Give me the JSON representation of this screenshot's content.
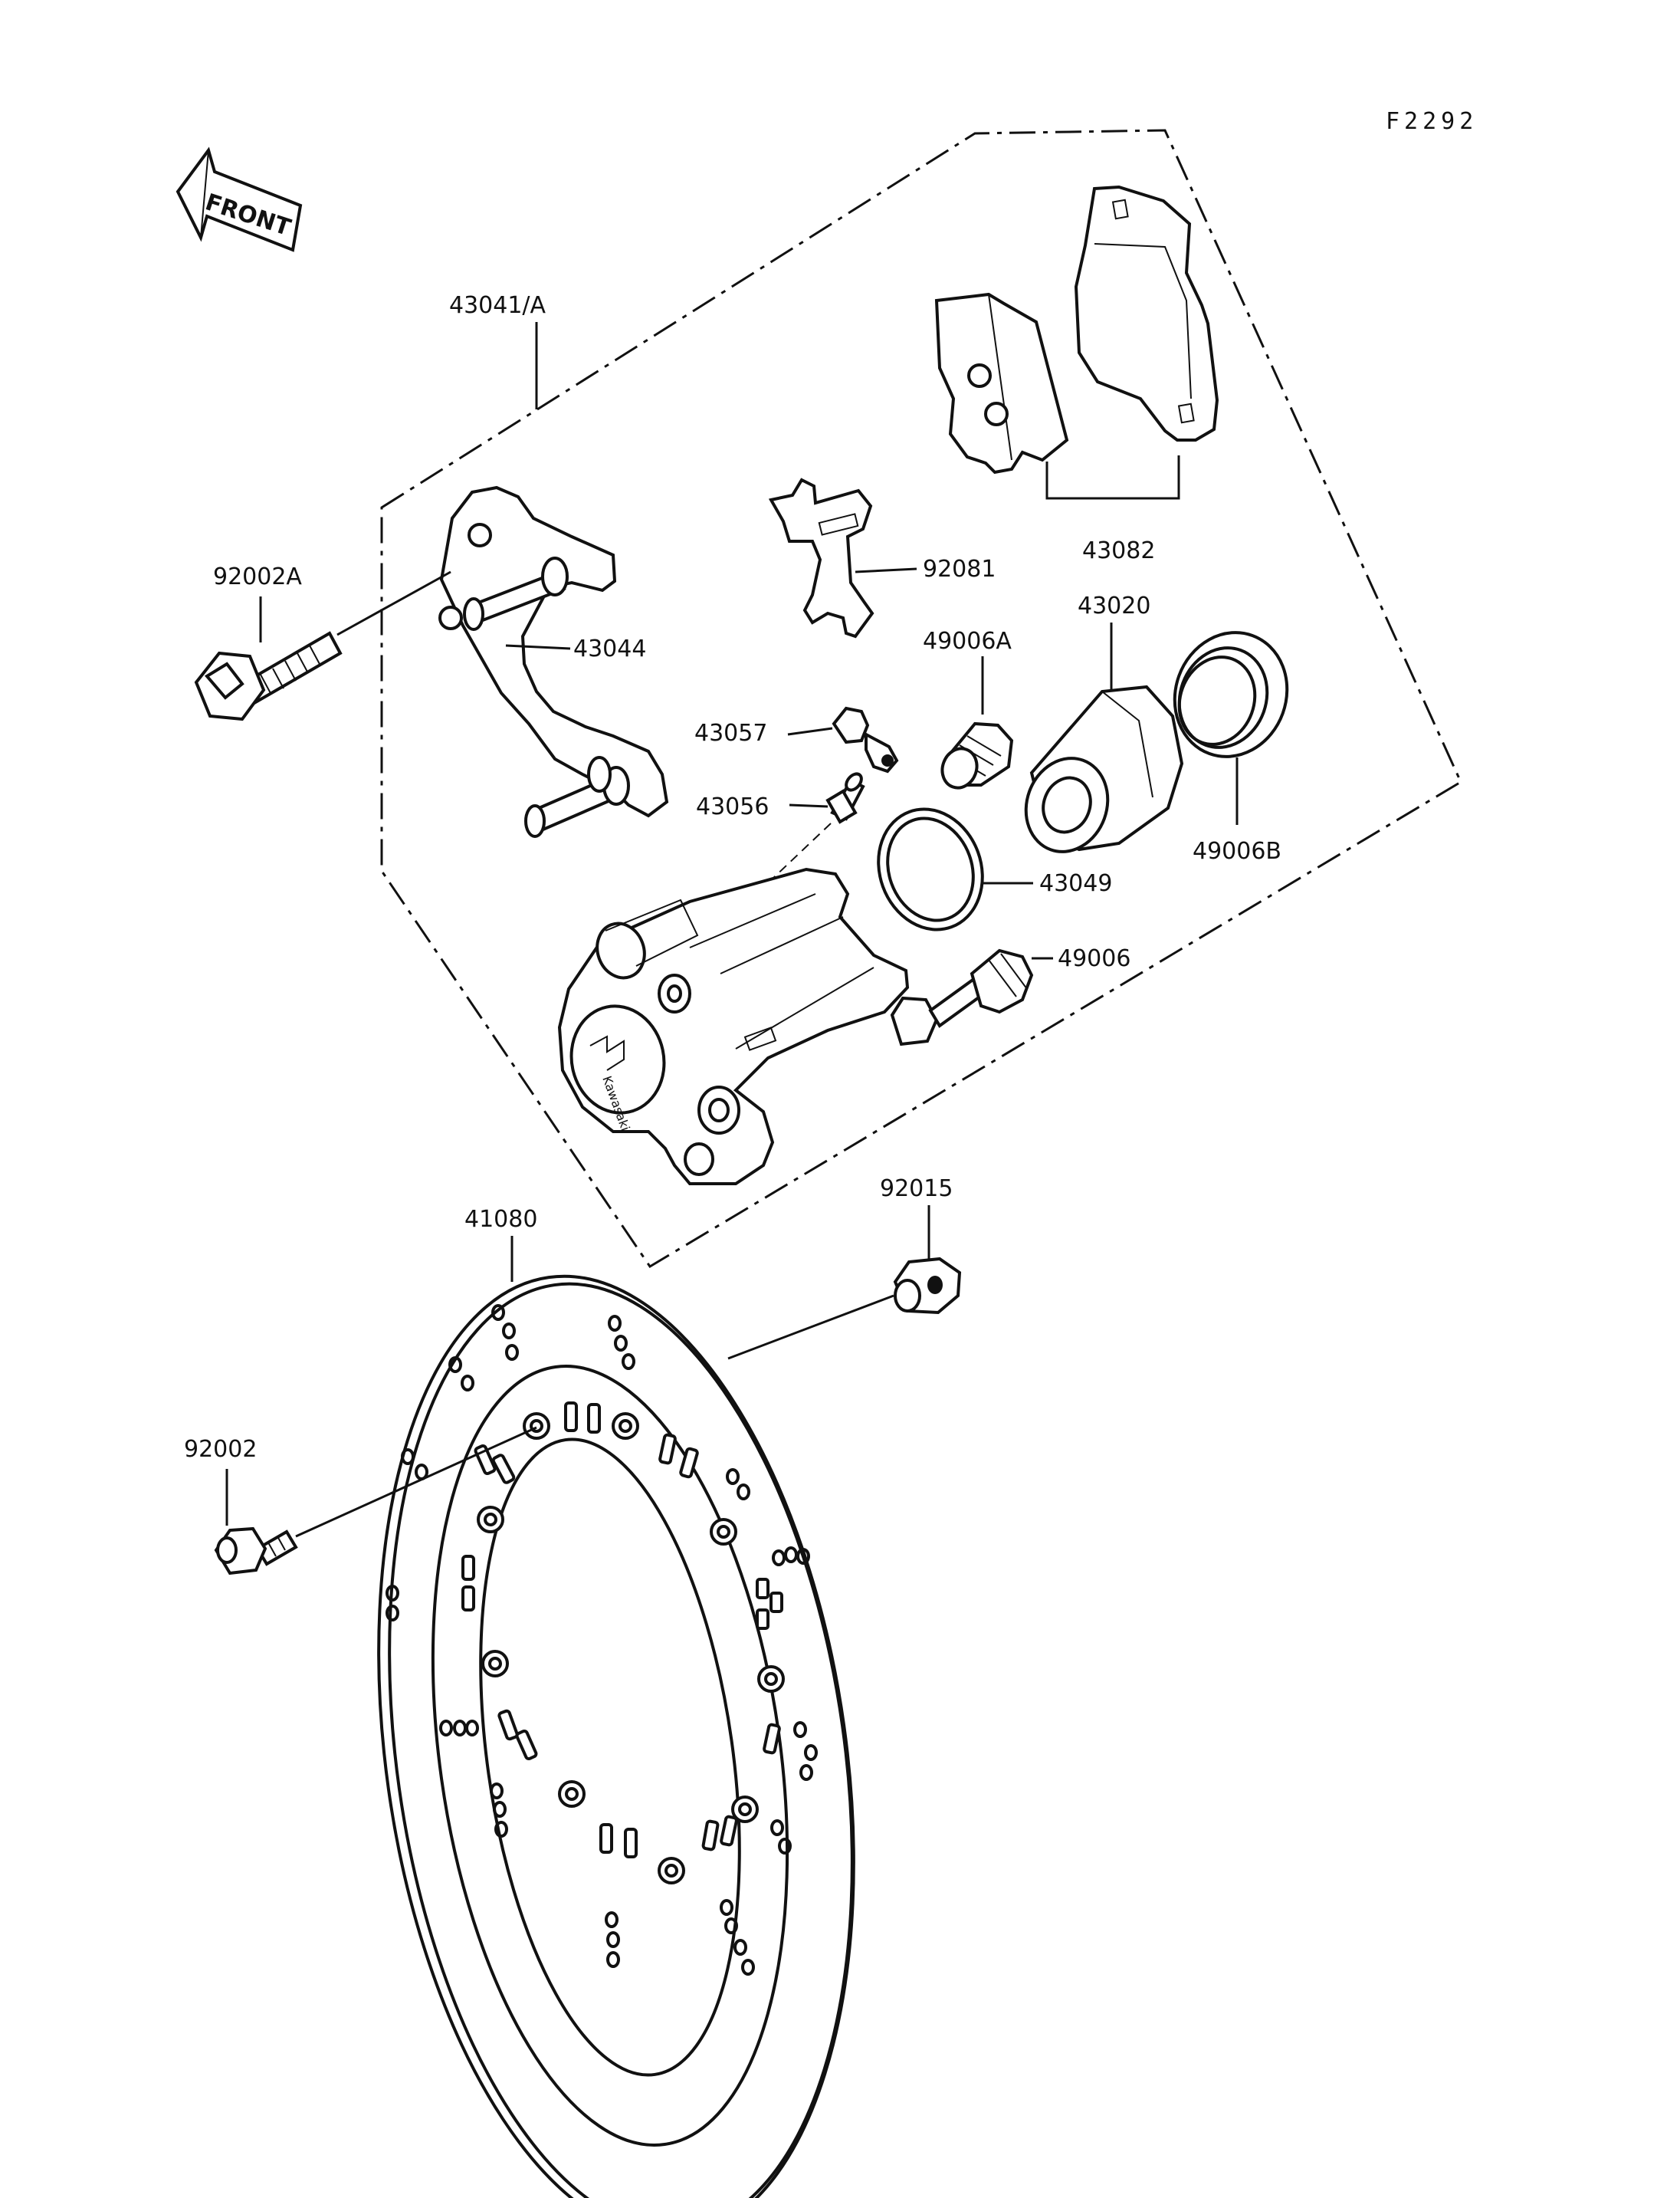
{
  "figure_code": "F2292",
  "front_label": "FRONT",
  "brand_text": "Kawasaki",
  "parts": [
    {
      "id": "43041A",
      "label": "43041/A"
    },
    {
      "id": "92002A",
      "label": "92002A"
    },
    {
      "id": "43044",
      "label": "43044"
    },
    {
      "id": "92081",
      "label": "92081"
    },
    {
      "id": "43082",
      "label": "43082"
    },
    {
      "id": "43020",
      "label": "43020"
    },
    {
      "id": "49006A",
      "label": "49006A"
    },
    {
      "id": "43057",
      "label": "43057"
    },
    {
      "id": "43056",
      "label": "43056"
    },
    {
      "id": "43049",
      "label": "43049"
    },
    {
      "id": "49006B",
      "label": "49006B"
    },
    {
      "id": "49006",
      "label": "49006"
    },
    {
      "id": "92015",
      "label": "92015"
    },
    {
      "id": "41080",
      "label": "41080"
    },
    {
      "id": "92002",
      "label": "92002"
    }
  ]
}
